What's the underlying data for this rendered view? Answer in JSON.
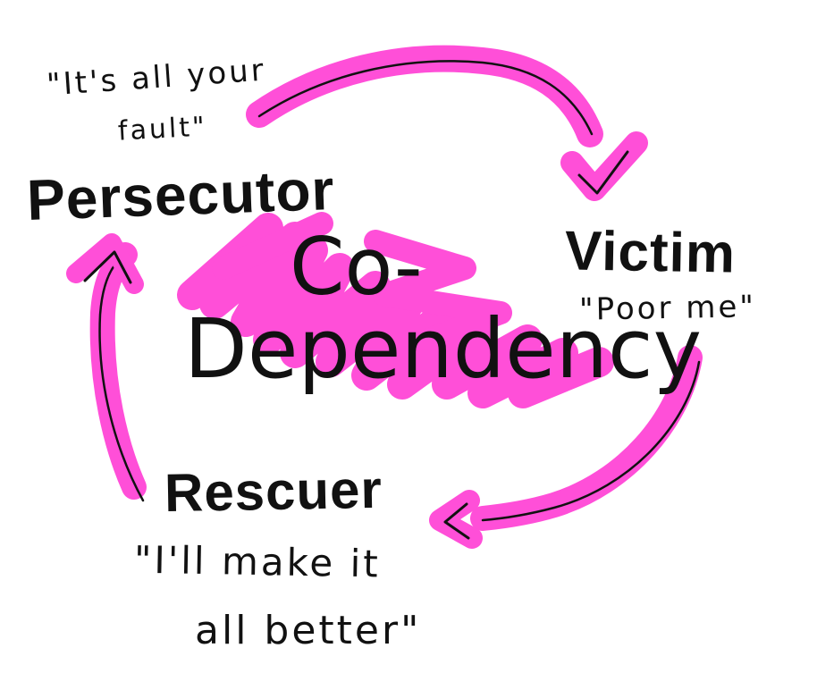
{
  "diagram": {
    "center_title": {
      "line1": "Co-",
      "line2": "Dependency"
    },
    "nodes": [
      {
        "role": "Persecutor",
        "quote_line1": "\"It's all your",
        "quote_line2": "fault\""
      },
      {
        "role": "Victim",
        "quote": "\"Poor me\""
      },
      {
        "role": "Rescuer",
        "quote_line1": "\"I'll make it",
        "quote_line2": "all better\""
      }
    ],
    "colors": {
      "highlight": "#ff4fd8",
      "ink": "#111111",
      "background": "#ffffff"
    },
    "arrows": [
      {
        "from": "Persecutor",
        "to": "Victim"
      },
      {
        "from": "Victim",
        "to": "Rescuer"
      },
      {
        "from": "Rescuer",
        "to": "Persecutor"
      }
    ]
  }
}
